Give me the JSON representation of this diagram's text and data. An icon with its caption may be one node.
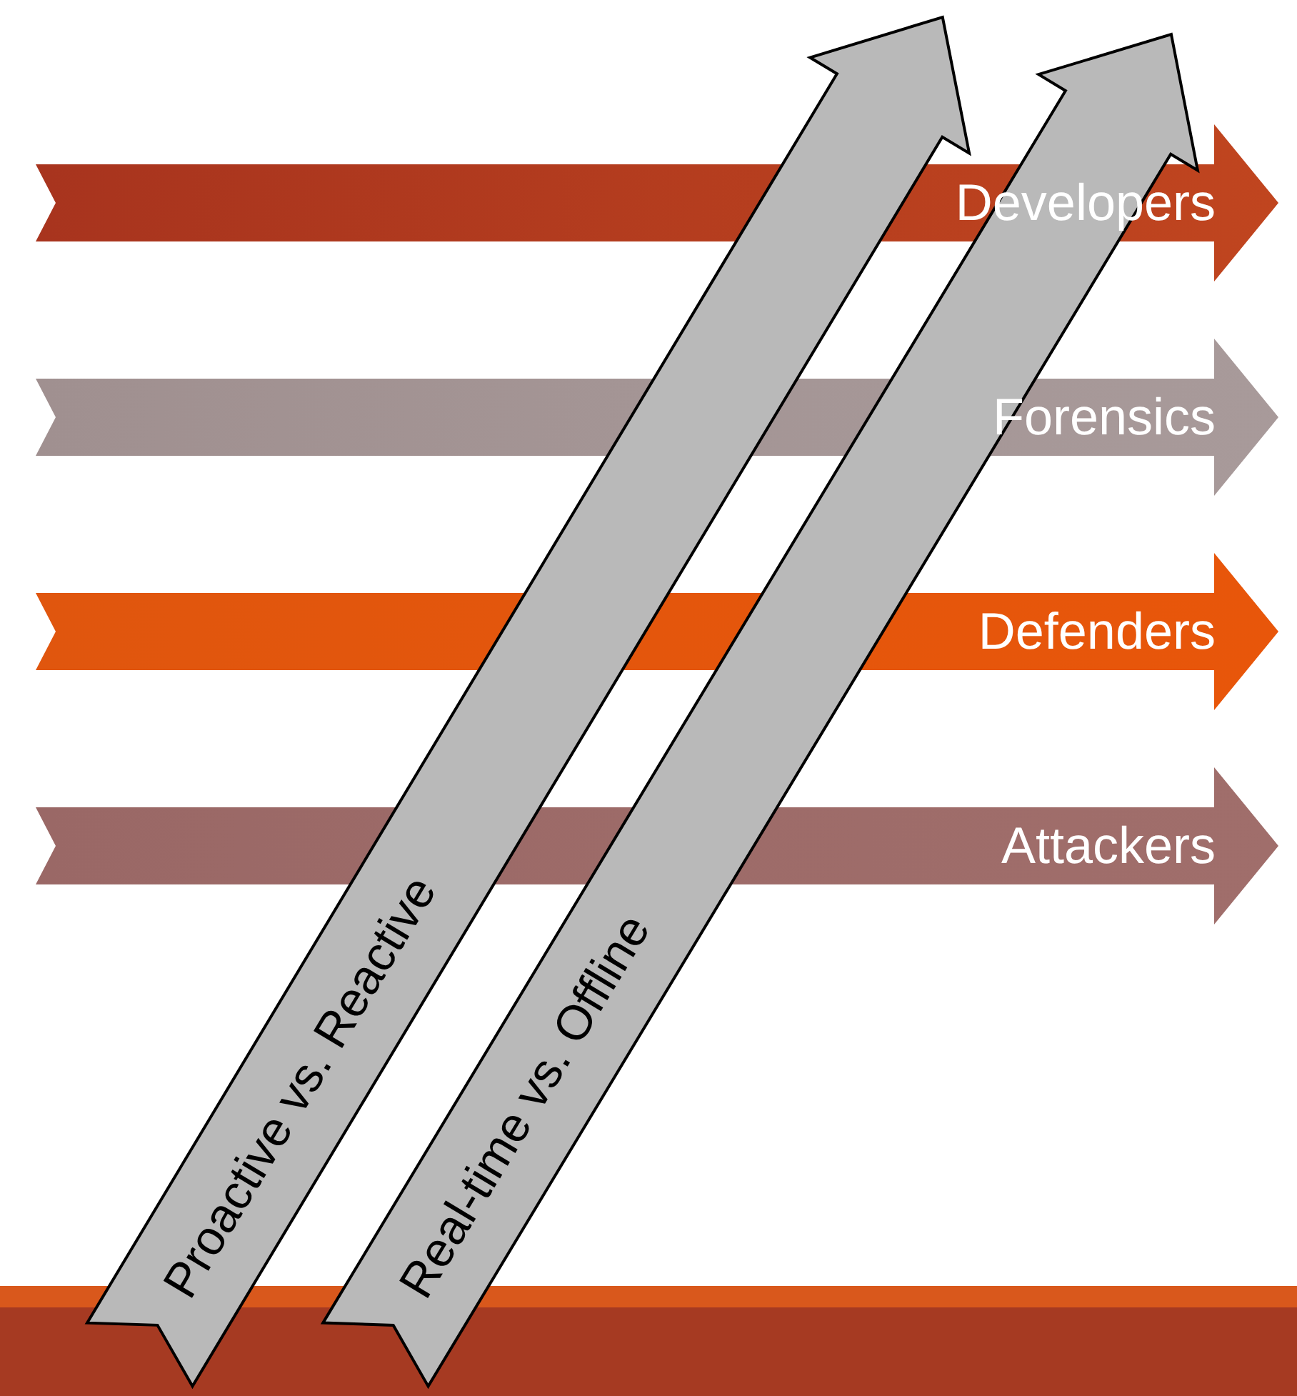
{
  "diagram": {
    "nodes": [
      {
        "text": [
          "Developers"
        ]
      },
      {
        "text": [
          "Forensics"
        ]
      },
      {
        "text": [
          "Defenders"
        ]
      },
      {
        "text": [
          "Attackers"
        ]
      },
      {
        "text": [
          "Proactive vs. Reactive"
        ]
      },
      {
        "text": [
          "Real-time vs. Offline"
        ]
      }
    ]
  }
}
